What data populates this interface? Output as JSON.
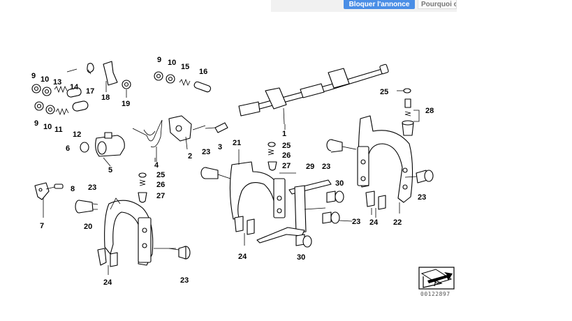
{
  "ad": {
    "block_label": "Bloquer l'annonce",
    "why_label": "Pourquoi c"
  },
  "diagram": {
    "reference": "00122897",
    "callouts": {
      "c9a": "9",
      "c10a": "10",
      "c13": "13",
      "c14": "14",
      "c17": "17",
      "c18": "18",
      "c19": "19",
      "c9b": "9",
      "c10b": "10",
      "c15": "15",
      "c16": "16",
      "c9c": "9",
      "c10c": "10",
      "c11": "11",
      "c12": "12",
      "c6": "6",
      "c5": "5",
      "c4": "4",
      "c2": "2",
      "c3": "3",
      "c1": "1",
      "c25a": "25",
      "c28": "28",
      "c21": "21",
      "c25b": "25",
      "c26b": "26",
      "c27b": "27",
      "c23a": "23",
      "c29": "29",
      "c23b": "23",
      "c8": "8",
      "c7": "7",
      "c23c": "23",
      "c20": "20",
      "c25c": "25",
      "c26c": "26",
      "c27c": "27",
      "c30a": "30",
      "c23d": "23",
      "c24a": "24",
      "c22": "22",
      "c23e": "23",
      "c24b": "24",
      "c30b": "30",
      "c24c": "24",
      "c23f": "23"
    }
  }
}
